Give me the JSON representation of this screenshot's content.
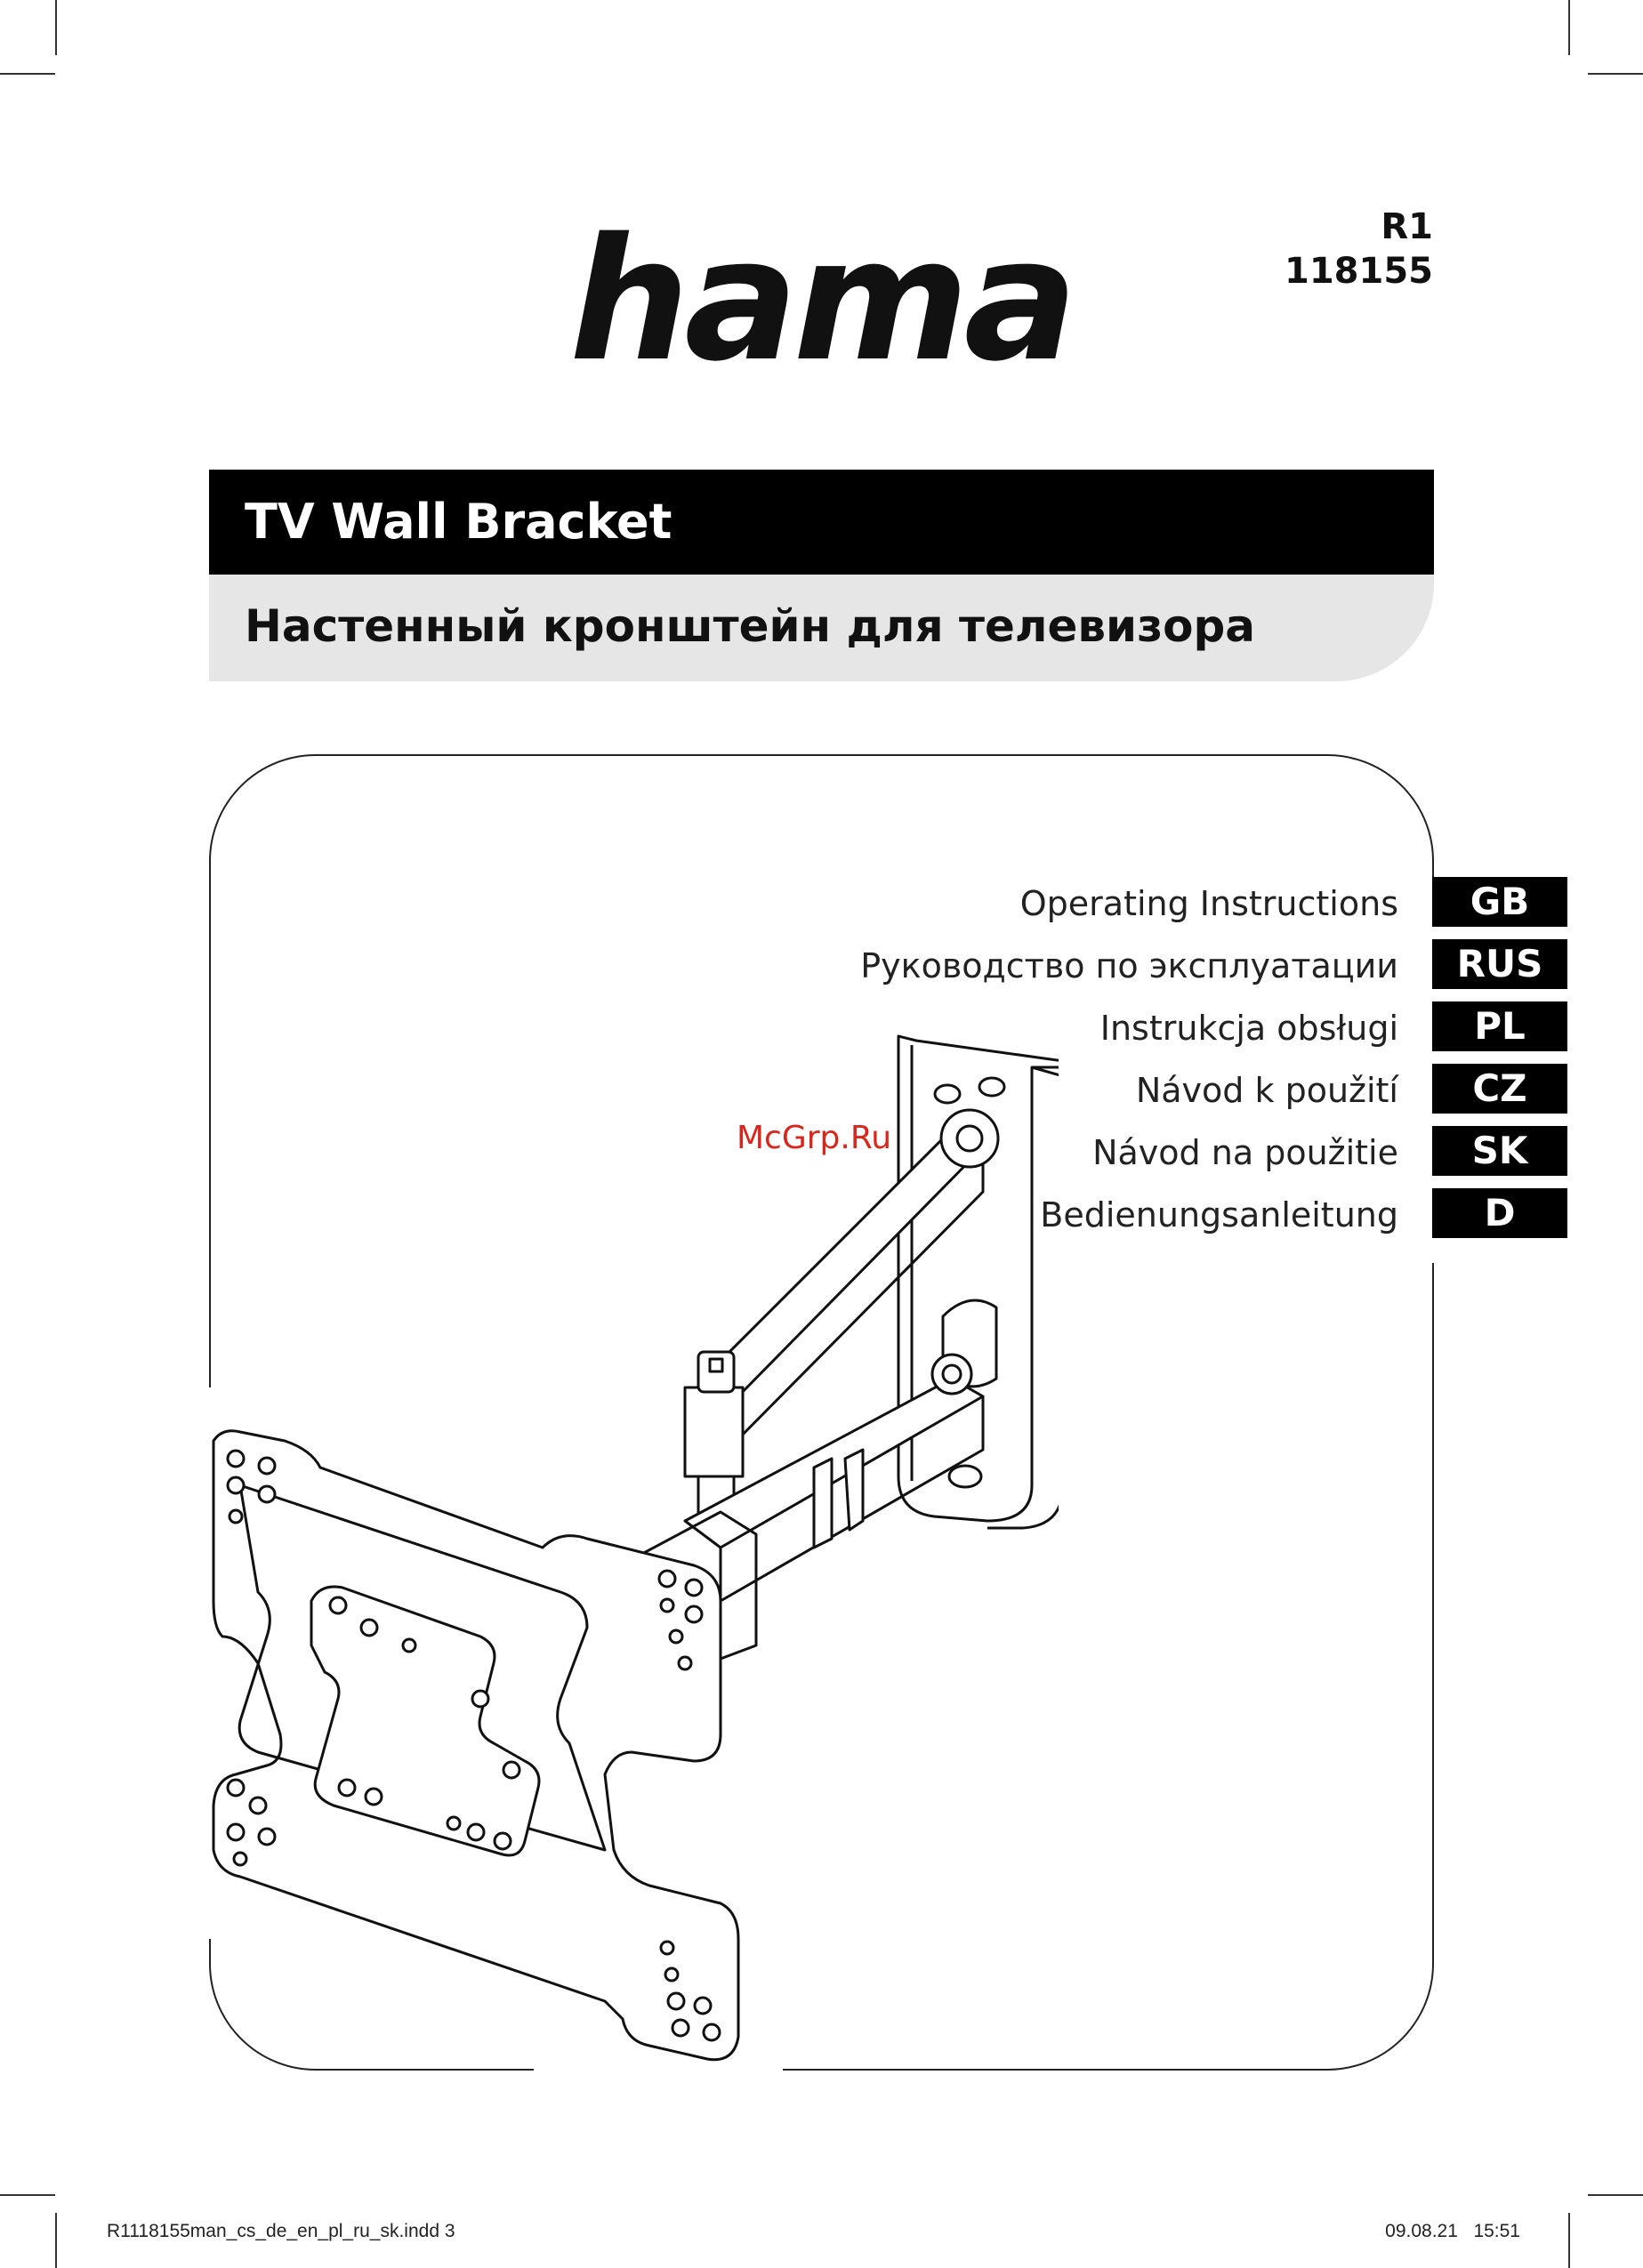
{
  "brand": {
    "logo_text": "hama"
  },
  "model": {
    "line1": "R1",
    "line2": "118155"
  },
  "title": "TV Wall Bracket",
  "subtitle": "Настенный кронштейн для телевизора",
  "languages": [
    {
      "name": "Operating Instructions",
      "code": "GB"
    },
    {
      "name": "Руководство по эксплуатации",
      "code": "RUS"
    },
    {
      "name": "Instrukcja obsługi",
      "code": "PL"
    },
    {
      "name": "Návod k použití",
      "code": "CZ"
    },
    {
      "name": "Návod na použitie",
      "code": "SK"
    },
    {
      "name": "Bedienungsanleitung",
      "code": "D"
    }
  ],
  "watermark": "McGrp.Ru",
  "footer": {
    "file": "R1118155man_cs_de_en_pl_ru_sk.indd   3",
    "date": "09.08.21",
    "time": "15:51"
  },
  "colors": {
    "title_bar": "#000000",
    "subtitle_bar": "#e6e6e6",
    "watermark": "#d9261c"
  }
}
